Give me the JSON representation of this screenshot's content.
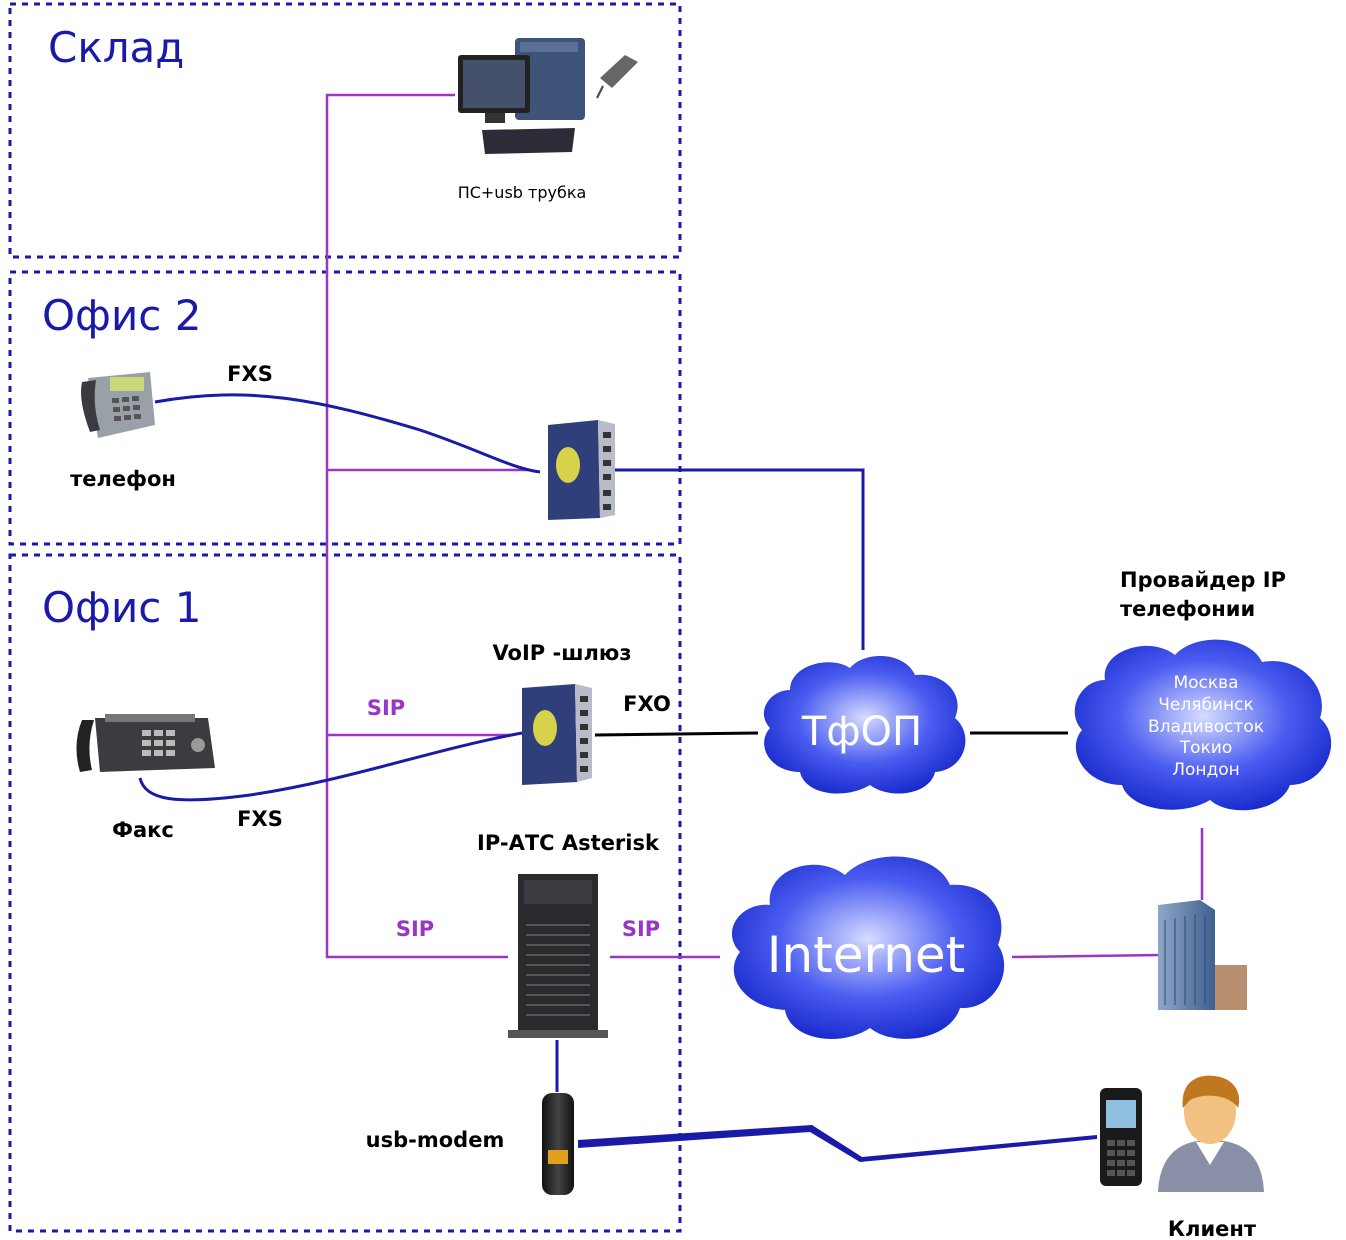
{
  "zones": {
    "sklad": "Склад",
    "ofis2": "Офис 2",
    "ofis1": "Офис 1"
  },
  "labels": {
    "pc_usb": "ПС+usb трубка",
    "telefon": "телефон",
    "fxs_top": "FXS",
    "voip_gateway": "VoIP -шлюз",
    "sip_gateway": "SIP",
    "fxo": "FXO",
    "faks": "Факс",
    "fxs_bottom": "FXS",
    "ipatc": "IP-АТС Asterisk",
    "sip_left": "SIP",
    "sip_right": "SIP",
    "usb_modem": "usb-modem",
    "provider_line1": "Провайдер IP",
    "provider_line2": "телефонии",
    "client": "Клиент"
  },
  "clouds": {
    "tfop": "ТфОП",
    "internet": "Internet",
    "cities": [
      "Москва",
      "Челябинск",
      "Владивосток",
      "Токио",
      "Лондон"
    ]
  },
  "colors": {
    "zone_border": "#1a1aa8",
    "line_purple": "#9b35c8",
    "line_blue": "#1a1aa8",
    "line_black": "#000000",
    "cloud_blue": "#1f2fd6"
  }
}
